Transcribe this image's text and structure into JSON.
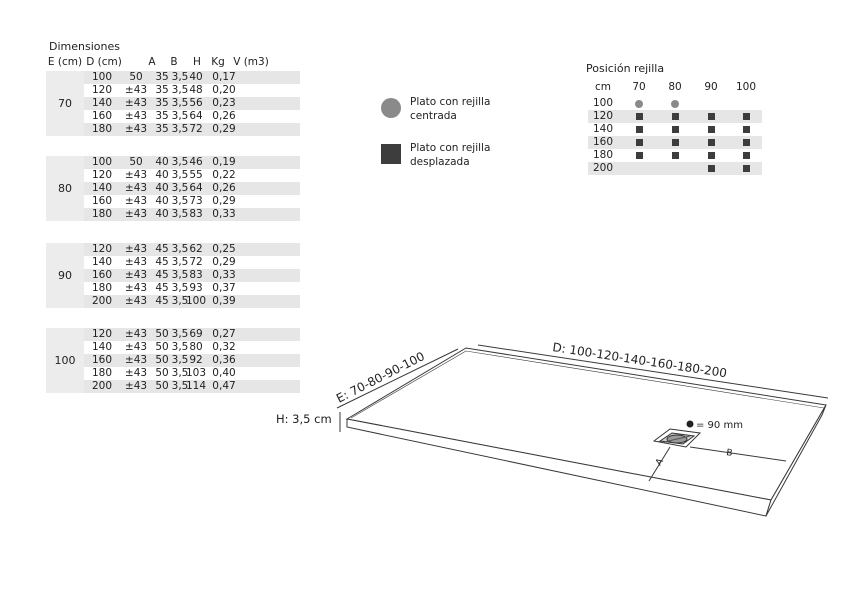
{
  "dimensions": {
    "title": "Dimensiones",
    "headers": [
      "E (cm)",
      "D (cm)",
      "A",
      "B",
      "H",
      "Kg",
      "V (m3)"
    ],
    "groups": [
      {
        "e": "70",
        "rows": [
          [
            "100",
            "50",
            "35",
            "3,5",
            "40",
            "0,17"
          ],
          [
            "120",
            "±43",
            "35",
            "3,5",
            "48",
            "0,20"
          ],
          [
            "140",
            "±43",
            "35",
            "3,5",
            "56",
            "0,23"
          ],
          [
            "160",
            "±43",
            "35",
            "3,5",
            "64",
            "0,26"
          ],
          [
            "180",
            "±43",
            "35",
            "3,5",
            "72",
            "0,29"
          ]
        ]
      },
      {
        "e": "80",
        "rows": [
          [
            "100",
            "50",
            "40",
            "3,5",
            "46",
            "0,19"
          ],
          [
            "120",
            "±43",
            "40",
            "3,5",
            "55",
            "0,22"
          ],
          [
            "140",
            "±43",
            "40",
            "3,5",
            "64",
            "0,26"
          ],
          [
            "160",
            "±43",
            "40",
            "3,5",
            "73",
            "0,29"
          ],
          [
            "180",
            "±43",
            "40",
            "3,5",
            "83",
            "0,33"
          ]
        ]
      },
      {
        "e": "90",
        "rows": [
          [
            "120",
            "±43",
            "45",
            "3,5",
            "62",
            "0,25"
          ],
          [
            "140",
            "±43",
            "45",
            "3,5",
            "72",
            "0,29"
          ],
          [
            "160",
            "±43",
            "45",
            "3,5",
            "83",
            "0,33"
          ],
          [
            "180",
            "±43",
            "45",
            "3,5",
            "93",
            "0,37"
          ],
          [
            "200",
            "±43",
            "45",
            "3,5",
            "100",
            "0,39"
          ]
        ]
      },
      {
        "e": "100",
        "rows": [
          [
            "120",
            "±43",
            "50",
            "3,5",
            "69",
            "0,27"
          ],
          [
            "140",
            "±43",
            "50",
            "3,5",
            "80",
            "0,32"
          ],
          [
            "160",
            "±43",
            "50",
            "3,5",
            "92",
            "0,36"
          ],
          [
            "180",
            "±43",
            "50",
            "3,5",
            "103",
            "0,40"
          ],
          [
            "200",
            "±43",
            "50",
            "3,5",
            "114",
            "0,47"
          ]
        ]
      }
    ]
  },
  "legend": {
    "centered_line1": "Plato con rejilla",
    "centered_line2": "centrada",
    "offset_line1": "Plato con rejilla",
    "offset_line2": "desplazada",
    "circle_color": "#8a8a8a",
    "square_color": "#3d3d3d"
  },
  "position": {
    "title": "Posición rejilla",
    "corner": "cm",
    "columns": [
      "70",
      "80",
      "90",
      "100"
    ],
    "rows": [
      {
        "label": "100",
        "marks": [
          "circle",
          "circle",
          "",
          ""
        ]
      },
      {
        "label": "120",
        "marks": [
          "square",
          "square",
          "square",
          "square"
        ]
      },
      {
        "label": "140",
        "marks": [
          "square",
          "square",
          "square",
          "square"
        ]
      },
      {
        "label": "160",
        "marks": [
          "square",
          "square",
          "square",
          "square"
        ]
      },
      {
        "label": "180",
        "marks": [
          "square",
          "square",
          "square",
          "square"
        ]
      },
      {
        "label": "200",
        "marks": [
          "",
          "",
          "square",
          "square"
        ]
      }
    ]
  },
  "drawing": {
    "label_e": "E: 70-80-90-100",
    "label_d": "D: 100-120-140-160-180-200",
    "label_h": "H: 3,5 cm",
    "label_drain": "= 90 mm",
    "label_a": "A",
    "label_b": "B"
  }
}
